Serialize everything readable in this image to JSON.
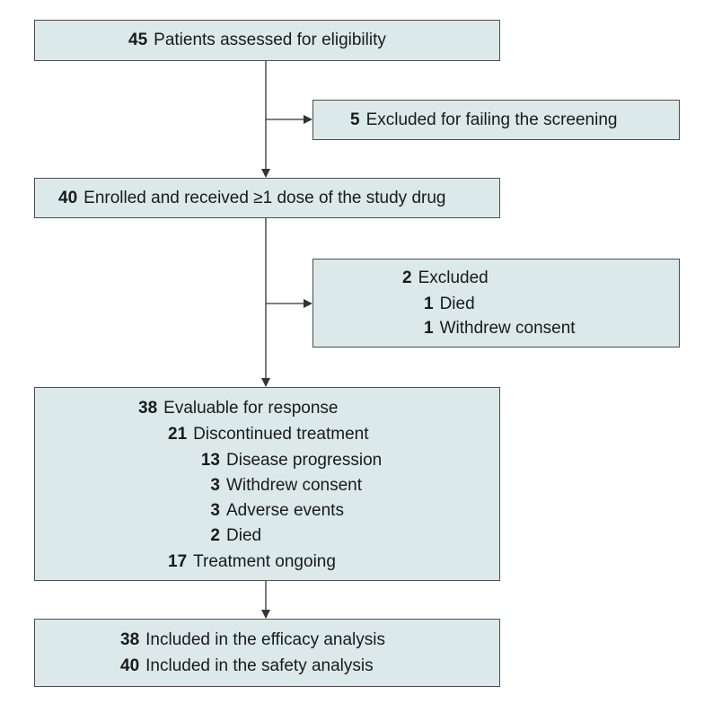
{
  "boxes": {
    "assessed": {
      "count": "45",
      "label": "Patients assessed for eligibility"
    },
    "excluded_screening": {
      "count": "5",
      "label": "Excluded for failing the screening"
    },
    "enrolled": {
      "count": "40",
      "label": "Enrolled and received ≥1 dose of the study drug"
    },
    "excluded_after": {
      "count": "2",
      "label": "Excluded",
      "items": [
        {
          "count": "1",
          "label": "Died"
        },
        {
          "count": "1",
          "label": "Withdrew consent"
        }
      ]
    },
    "evaluable": {
      "count": "38",
      "label": "Evaluable for response",
      "discontinued": {
        "count": "21",
        "label": "Discontinued treatment",
        "items": [
          {
            "count": "13",
            "label": "Disease progression"
          },
          {
            "count": "3",
            "label": "Withdrew consent"
          },
          {
            "count": "3",
            "label": "Adverse events"
          },
          {
            "count": "2",
            "label": "Died"
          }
        ]
      },
      "ongoing": {
        "count": "17",
        "label": "Treatment ongoing"
      }
    },
    "analysis": {
      "items": [
        {
          "count": "38",
          "label": "Included in the efficacy analysis"
        },
        {
          "count": "40",
          "label": "Included in the safety analysis"
        }
      ]
    }
  },
  "colors": {
    "box_fill": "#dbe9ea",
    "border": "#4d4d4d",
    "arrow": "#333333"
  }
}
